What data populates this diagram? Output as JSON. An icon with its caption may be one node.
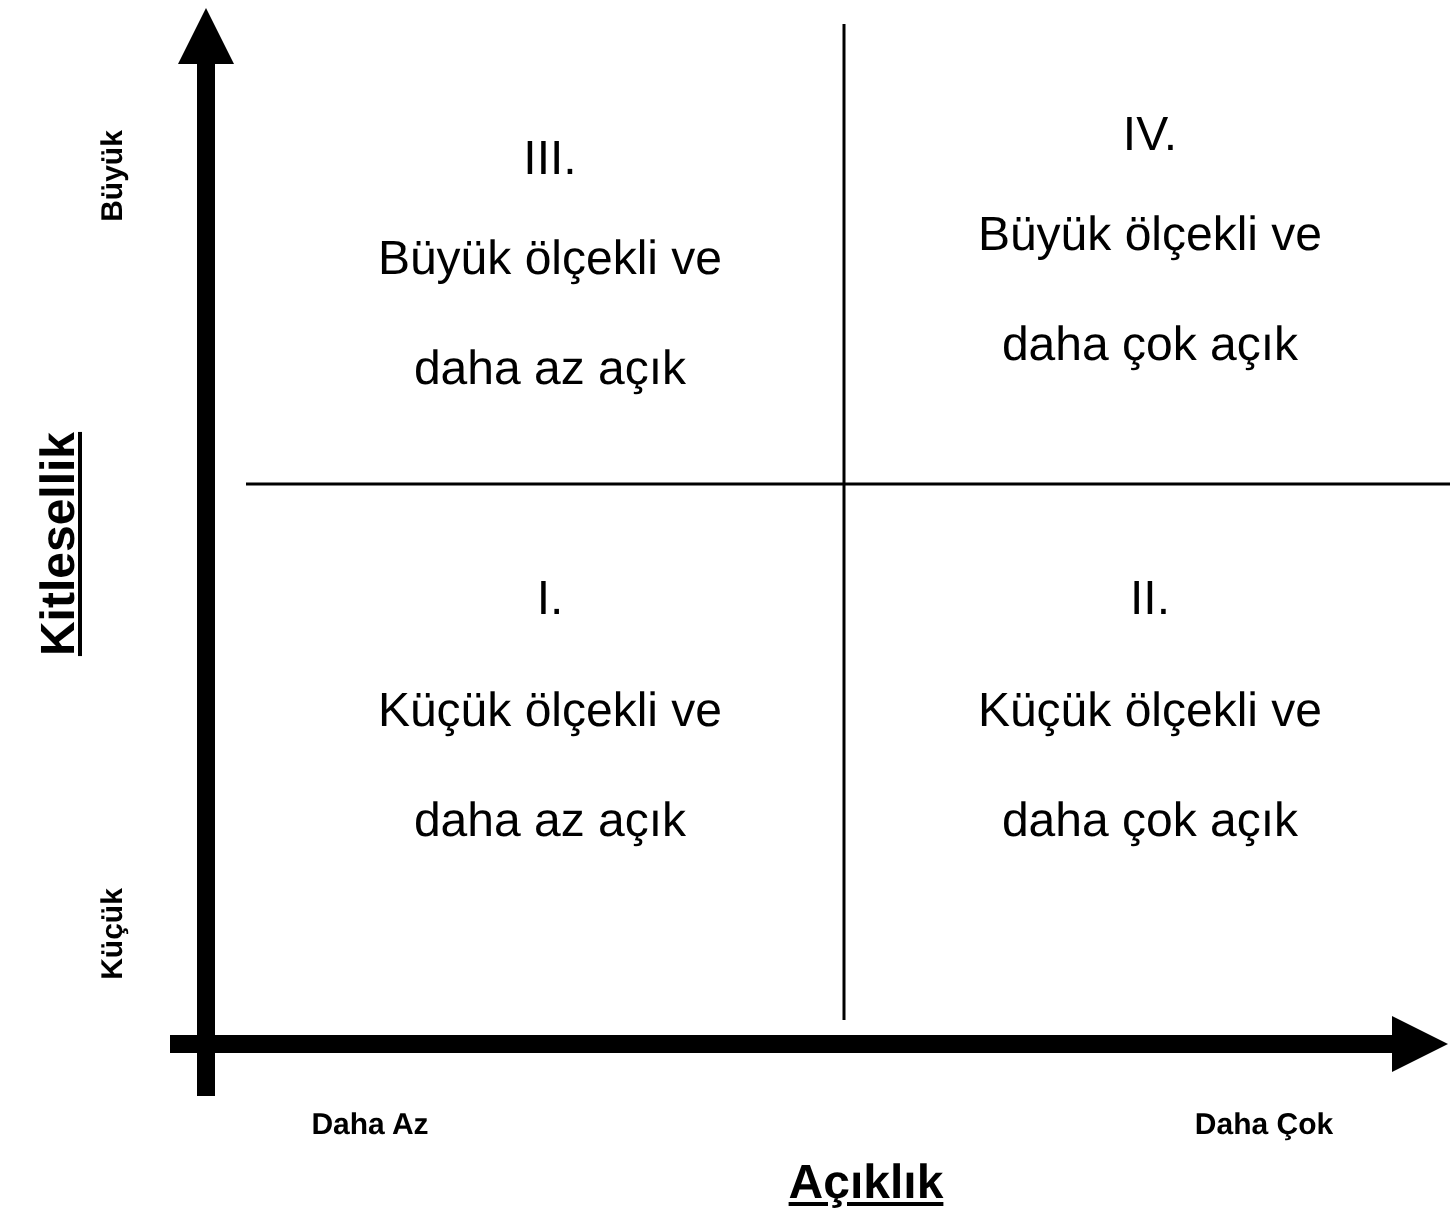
{
  "diagram": {
    "labels": [
      "III.",
      "IV.",
      "Büyük ölçekli ve daha az açık",
      "Büyük ölçekli ve daha çok açık",
      "Büyük",
      "Kitlesellik",
      "I.",
      "II.",
      "Küçük ölçekli ve daha az açık",
      "Küçük ölçekli ve daha çok açık",
      "Küçük",
      "Daha Az",
      "Daha Çok",
      "Açıklık"
    ]
  }
}
